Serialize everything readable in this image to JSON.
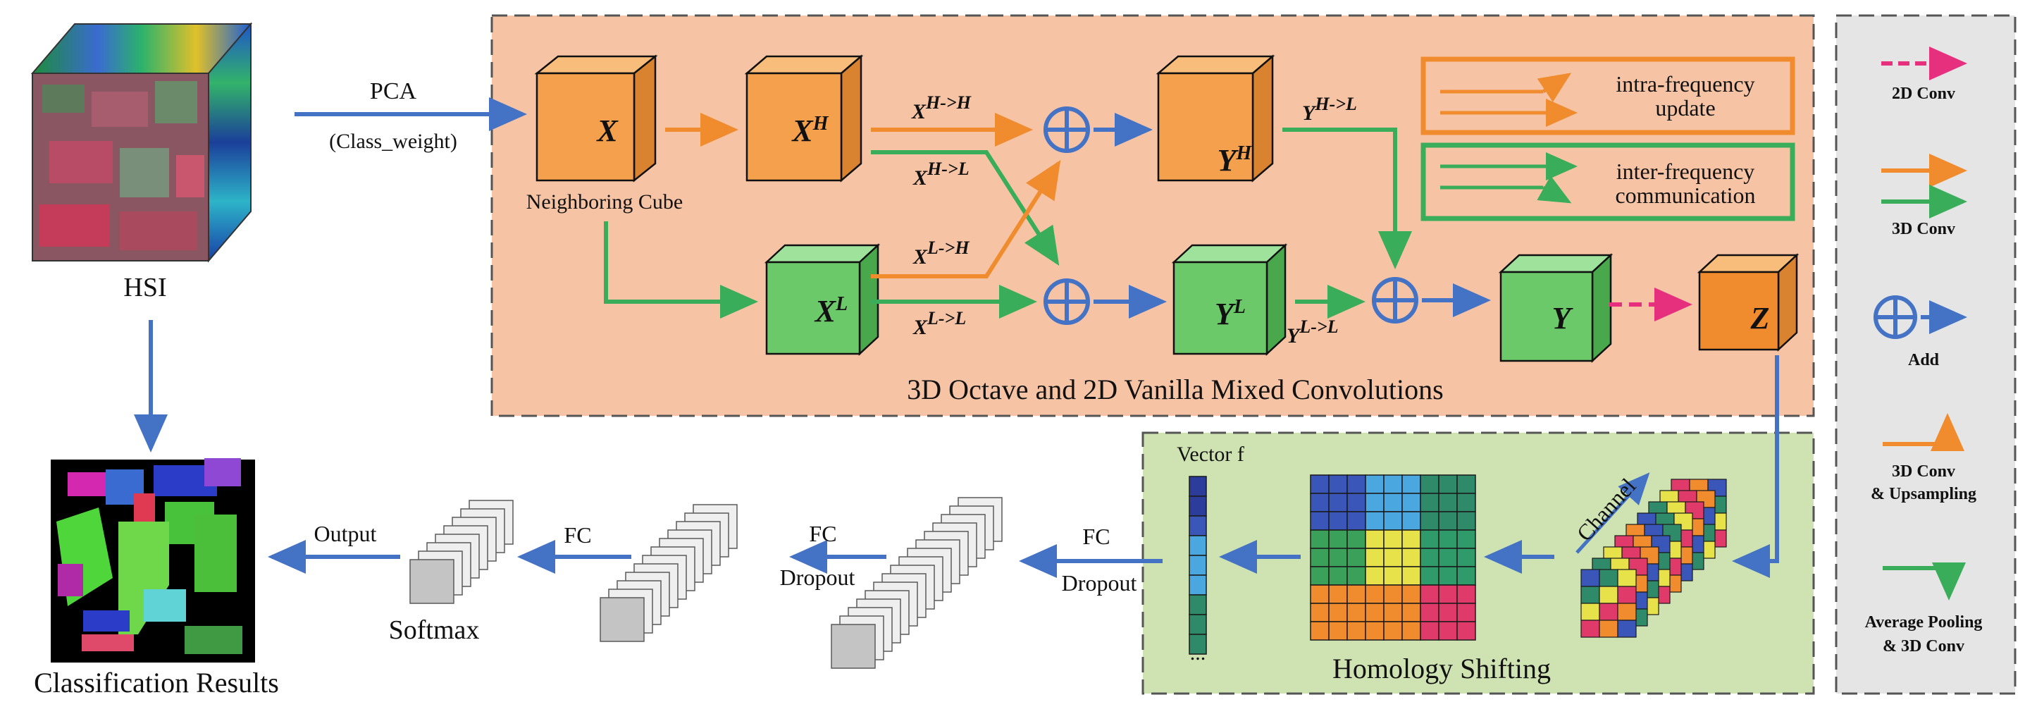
{
  "colors": {
    "orange": "#f5a04c",
    "orange_arrow": "#f08b2e",
    "green": "#6cc96a",
    "green_arrow": "#3aad5a",
    "blue_arrow": "#4472c4",
    "pink_arrow": "#e6307e",
    "octave_panel": "#f6c4a5",
    "homology_panel": "#cfe3b2",
    "legend_panel": "#e5e5e5"
  },
  "hsi": {
    "label": "HSI"
  },
  "pca": {
    "label": "PCA",
    "sublabel": "(Class_weight)"
  },
  "octave": {
    "neighboring_label": "Neighboring  Cube",
    "cube_x": "X",
    "cube_xh": {
      "base": "X",
      "sup": "H"
    },
    "cube_xl": {
      "base": "X",
      "sup": "L"
    },
    "cube_yh": {
      "base": "Y",
      "sup": "H"
    },
    "cube_yl": {
      "base": "Y",
      "sup": "L"
    },
    "cube_y": "Y",
    "cube_z": "Z",
    "edge_hh": {
      "base": "X",
      "sup": "H->H"
    },
    "edge_hl": {
      "base": "X",
      "sup": "H->L"
    },
    "edge_lh": {
      "base": "X",
      "sup": "L->H"
    },
    "edge_ll": {
      "base": "X",
      "sup": "L->L"
    },
    "edge_yhl": {
      "base": "Y",
      "sup": "H->L"
    },
    "edge_yll": {
      "base": "Y",
      "sup": "L->L"
    },
    "intra_label_1": "intra-frequency",
    "intra_label_2": "update",
    "inter_label_1": "inter-frequency",
    "inter_label_2": "communication",
    "title": "3D Octave and 2D Vanilla Mixed Convolutions"
  },
  "homology": {
    "title": "Homology Shifting",
    "vector_label": "Vector f",
    "channel_label": "Channel",
    "ellipsis": "..."
  },
  "head": {
    "fc_dropout_1_fc": "FC",
    "fc_dropout_1_dropout": "Dropout",
    "fc_dropout_2_fc": "FC",
    "fc_dropout_2_dropout": "Dropout",
    "fc_3": "FC",
    "softmax": "Softmax",
    "output": "Output",
    "classification_label": "Classification Results"
  },
  "legend": {
    "items": [
      {
        "label": "2D Conv"
      },
      {
        "label": "3D Conv"
      },
      {
        "label": "Add"
      },
      {
        "label_1": "3D Conv",
        "label_2": "& Upsampling"
      },
      {
        "label_1": "Average Pooling",
        "label_2": "& 3D Conv"
      }
    ]
  }
}
